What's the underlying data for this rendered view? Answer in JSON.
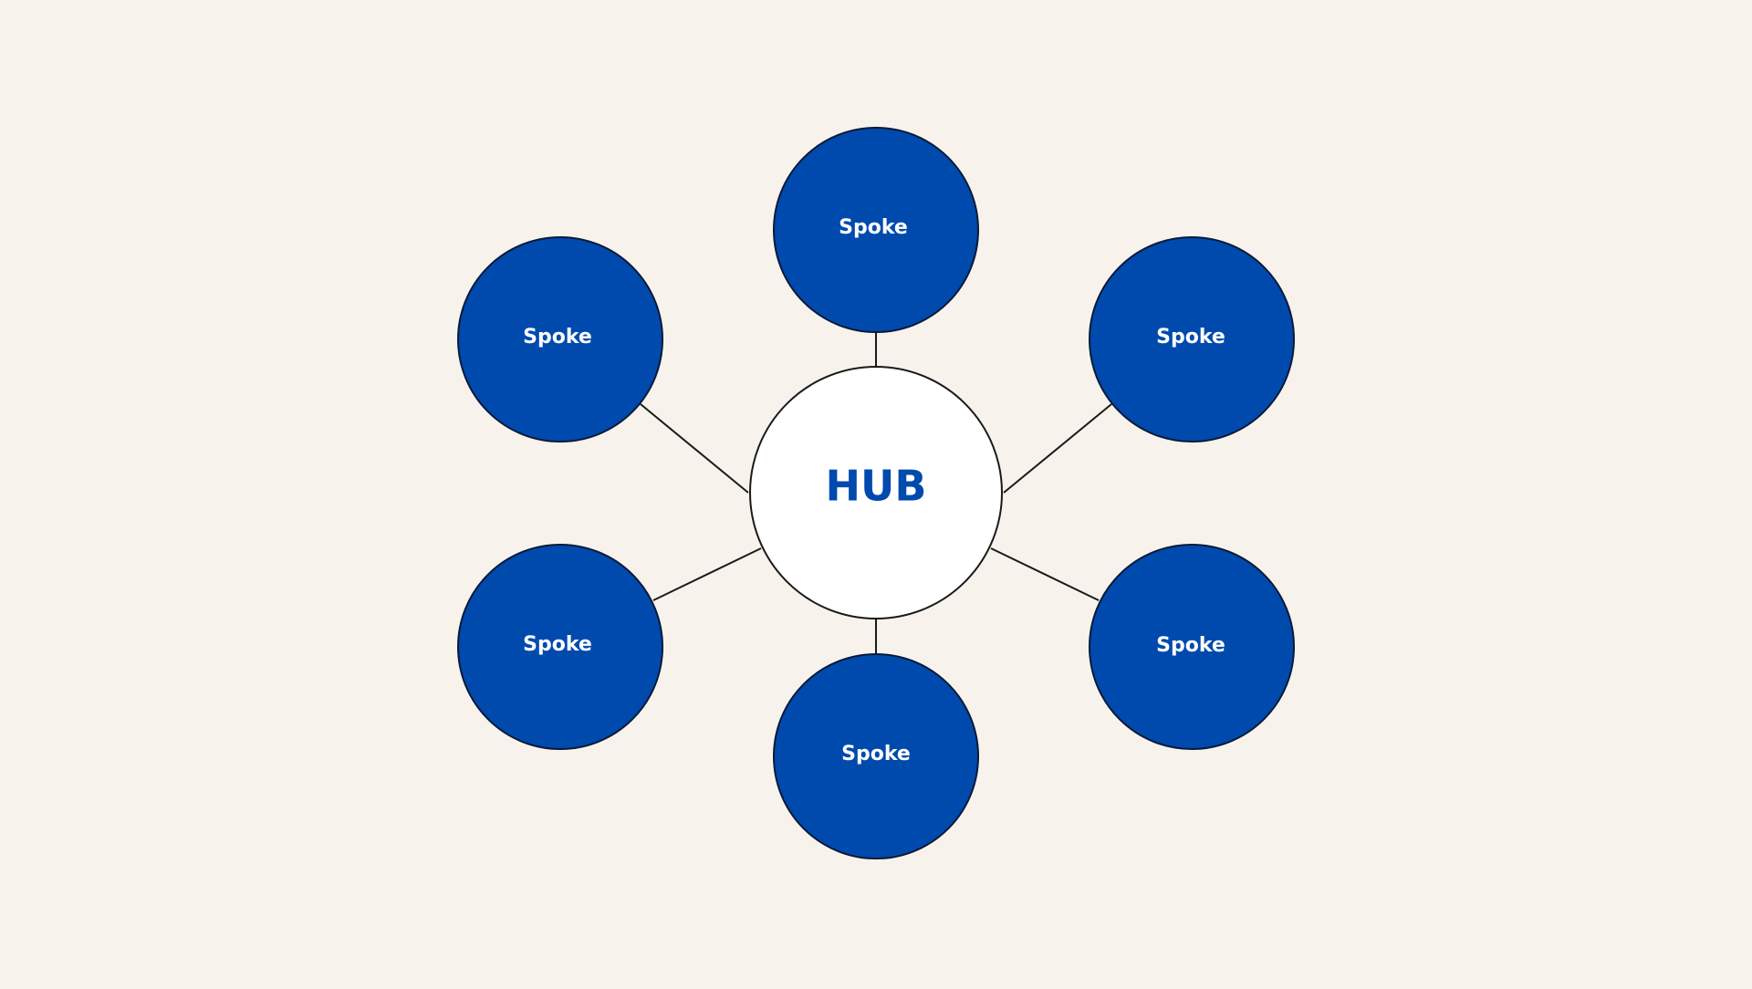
{
  "hub": {
    "label": "HUB"
  },
  "spokes": [
    {
      "label": "Spoke"
    },
    {
      "label": "Spoke"
    },
    {
      "label": "Spoke"
    },
    {
      "label": "Spoke"
    },
    {
      "label": "Spoke"
    },
    {
      "label": "Spoke"
    }
  ],
  "colors": {
    "background": "#f7f3ec",
    "spoke_fill": "#004aad",
    "hub_fill": "#ffffff",
    "hub_text": "#004aad",
    "spoke_text": "#ffffff",
    "connector": "#1a1a1a"
  }
}
